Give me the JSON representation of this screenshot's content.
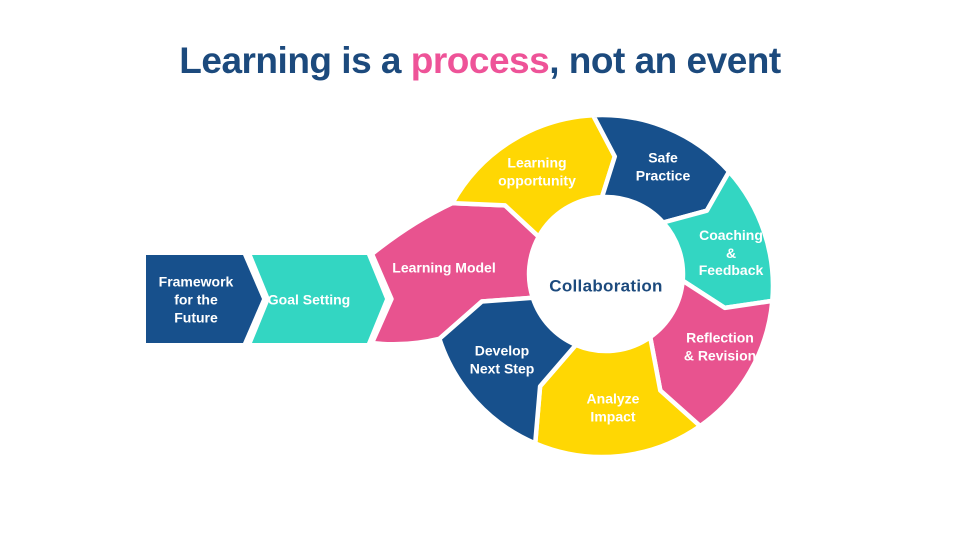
{
  "title": {
    "part1": "Learning is a ",
    "highlight": "process",
    "part2": ", not an event"
  },
  "colors": {
    "navy": "#17508c",
    "teal": "#33d6c2",
    "pink": "#e8538f",
    "yellow": "#ffd703",
    "title_navy": "#1c4a7d",
    "title_pink": "#ee5398",
    "center_text": "#1c4a7d",
    "background": "#ffffff"
  },
  "linear_steps": [
    {
      "id": "framework-for-the-future",
      "label": "Framework\nfor the\nFuture",
      "color": "navy"
    },
    {
      "id": "goal-setting",
      "label": "Goal Setting",
      "color": "teal"
    },
    {
      "id": "learning-model",
      "label": "Learning Model",
      "color": "pink"
    }
  ],
  "cycle_steps": [
    {
      "id": "learning-opportunity",
      "label": "Learning\nopportunity",
      "color": "yellow"
    },
    {
      "id": "safe-practice",
      "label": "Safe\nPractice",
      "color": "navy"
    },
    {
      "id": "coaching-feedback",
      "label": "Coaching\n&\nFeedback",
      "color": "teal"
    },
    {
      "id": "reflection-revision",
      "label": "Reflection\n& Revision",
      "color": "pink"
    },
    {
      "id": "analyze-impact",
      "label": "Analyze\nImpact",
      "color": "yellow"
    },
    {
      "id": "develop-next-step",
      "label": "Develop\nNext Step",
      "color": "navy"
    }
  ],
  "center_label": "Collaboration"
}
